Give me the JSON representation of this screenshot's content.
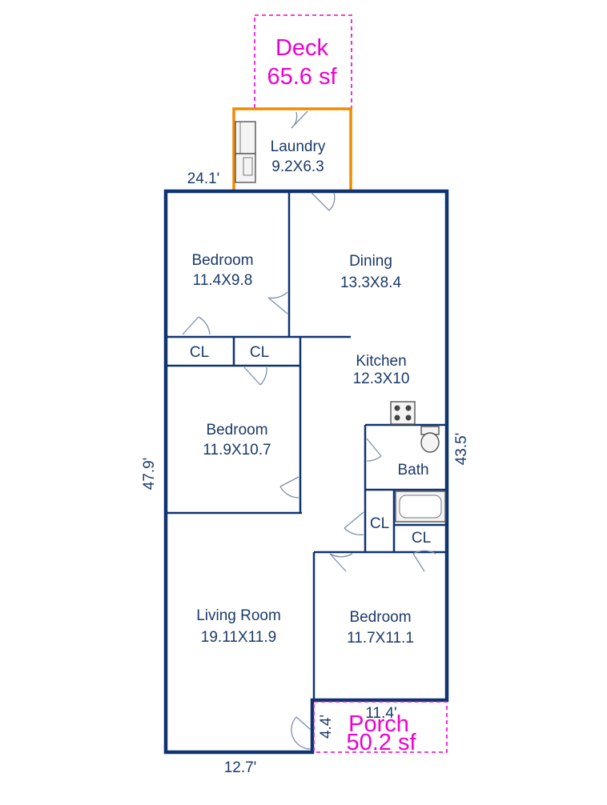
{
  "rooms": {
    "deck": {
      "name": "Deck",
      "area": "65.6 sf"
    },
    "laundry": {
      "name": "Laundry",
      "size": "9.2X6.3"
    },
    "bedroom_top": {
      "name": "Bedroom",
      "size": "11.4X9.8"
    },
    "dining": {
      "name": "Dining",
      "size": "13.3X8.4"
    },
    "closet_1": {
      "name": "CL"
    },
    "closet_2": {
      "name": "CL"
    },
    "kitchen": {
      "name": "Kitchen",
      "size": "12.3X10"
    },
    "bedroom_middle": {
      "name": "Bedroom",
      "size": "11.9X10.7"
    },
    "bath": {
      "name": "Bath"
    },
    "closet_3": {
      "name": "CL"
    },
    "closet_4": {
      "name": "CL"
    },
    "living_room": {
      "name": "Living Room",
      "size": "19.11X11.9"
    },
    "bedroom_bottom": {
      "name": "Bedroom",
      "size": "11.7X11.1"
    },
    "porch": {
      "name": "Porch",
      "area": "50.2 sf"
    }
  },
  "dimensions": {
    "top": "24.1'",
    "left": "47.9'",
    "right": "43.5'",
    "bottom": "12.7'",
    "porch_width": "11.4'",
    "porch_depth": "4.4'"
  },
  "colors": {
    "wall": "#0f3470",
    "label": "#1b3a6b",
    "laundry_outline": "#f08a00",
    "outdoor_label": "#ee00cc"
  }
}
